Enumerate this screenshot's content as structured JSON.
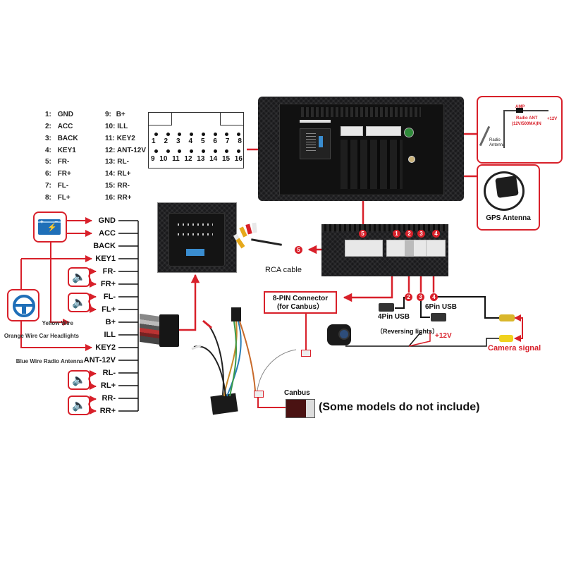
{
  "pinout": {
    "left_column": [
      {
        "num": "1:",
        "name": "GND"
      },
      {
        "num": "2:",
        "name": "ACC"
      },
      {
        "num": "3:",
        "name": "BACK"
      },
      {
        "num": "4:",
        "name": "KEY1"
      },
      {
        "num": "5:",
        "name": "FR-"
      },
      {
        "num": "6:",
        "name": "FR+"
      },
      {
        "num": "7:",
        "name": "FL-"
      },
      {
        "num": "8:",
        "name": "FL+"
      }
    ],
    "right_column": [
      {
        "num": "9:",
        "name": "B+"
      },
      {
        "num": "10:",
        "name": "ILL"
      },
      {
        "num": "11:",
        "name": "KEY2"
      },
      {
        "num": "12:",
        "name": "ANT-12V"
      },
      {
        "num": "13:",
        "name": "RL-"
      },
      {
        "num": "14:",
        "name": "RL+"
      },
      {
        "num": "15:",
        "name": "RR-"
      },
      {
        "num": "16:",
        "name": "RR+"
      }
    ],
    "connector_top_row": [
      "1",
      "2",
      "3",
      "4",
      "5",
      "6",
      "7",
      "8"
    ],
    "connector_bottom_row": [
      "9",
      "10",
      "11",
      "12",
      "13",
      "14",
      "15",
      "16"
    ]
  },
  "harness": {
    "wires": [
      {
        "label": "GND",
        "desc": "",
        "source": "battery"
      },
      {
        "label": "ACC",
        "desc": "",
        "source": "battery"
      },
      {
        "label": "BACK",
        "desc": "",
        "source": ""
      },
      {
        "label": "KEY1",
        "desc": "",
        "source": "steering-wheel"
      },
      {
        "label": "FR-",
        "desc": "",
        "source": "speaker"
      },
      {
        "label": "FR+",
        "desc": "",
        "source": "speaker"
      },
      {
        "label": "FL-",
        "desc": "",
        "source": "speaker"
      },
      {
        "label": "FL+",
        "desc": "",
        "source": "speaker"
      },
      {
        "label": "B+",
        "desc": "Yellow Wire",
        "source": "battery"
      },
      {
        "label": "ILL",
        "desc": "Orange Wire Car Headlights",
        "source": ""
      },
      {
        "label": "KEY2",
        "desc": "",
        "source": "steering-wheel"
      },
      {
        "label": "ANT-12V",
        "desc": "Blue Wire Radio Antenna",
        "source": ""
      },
      {
        "label": "RL-",
        "desc": "",
        "source": "speaker"
      },
      {
        "label": "RL+",
        "desc": "",
        "source": "speaker"
      },
      {
        "label": "RR-",
        "desc": "",
        "source": "speaker"
      },
      {
        "label": "RR+",
        "desc": "",
        "source": "speaker"
      }
    ]
  },
  "radio_antenna": {
    "amp": "AMP",
    "radio_ant": "Radio ANT",
    "radio_ant_spec": "(12V/500MA)IN",
    "plus12v": "+12V",
    "antenna": "Radio Antenna"
  },
  "gps": {
    "label": "GPS Antenna"
  },
  "rca": {
    "label": "RCA cable",
    "badge": "5"
  },
  "ports": {
    "badges": [
      "5",
      "1",
      "2",
      "3",
      "4"
    ]
  },
  "canbus_connector": {
    "line1": "8-PIN Connector",
    "line2": "(for Canbus）"
  },
  "usb": {
    "badge_2": "2",
    "badge_3": "3",
    "badge_4": "4",
    "four_pin": "4Pin USB",
    "six_pin": "6Pin USB"
  },
  "camera": {
    "reversing": "（Reversing lights）",
    "plus12v": "+12V",
    "signal": "Camera signal"
  },
  "canbus": {
    "label": "Canbus",
    "note": "(Some models do not include)"
  },
  "colors": {
    "accent_red": "#d8202a",
    "icon_blue": "#1f6fb8",
    "dark_unit": "#1a1a1c"
  }
}
